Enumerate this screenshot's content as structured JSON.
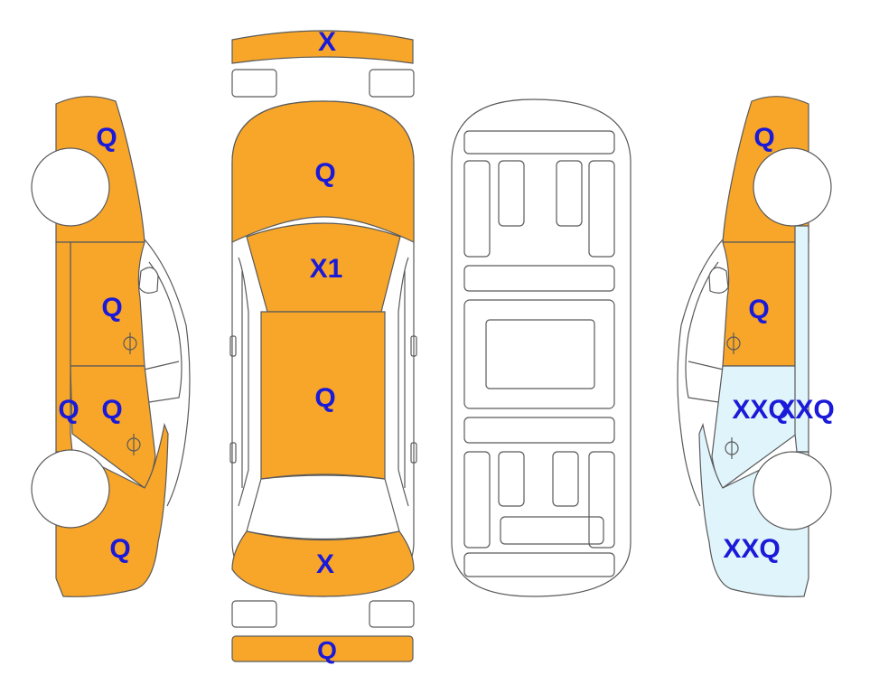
{
  "colors": {
    "damaged": "#f7a62a",
    "repaired": "#dff4fb",
    "outline": "#5a5a5a",
    "label": "#1a1ad8",
    "background": "#ffffff"
  },
  "labels": {
    "front_bumper": "X",
    "rear_bumper": "Q",
    "top_hood": "Q",
    "top_windshield": "X1",
    "top_roof": "Q",
    "top_trunk": "X",
    "left_front_fender": "Q",
    "left_front_door": "Q",
    "left_rear_door": "Q",
    "left_rocker": "Q",
    "left_rear_quarter": "Q",
    "right_front_fender": "Q",
    "right_front_door": "Q",
    "right_rear_door": "XXQ",
    "right_rocker": "XXQ",
    "right_rear_quarter": "XXQ"
  }
}
